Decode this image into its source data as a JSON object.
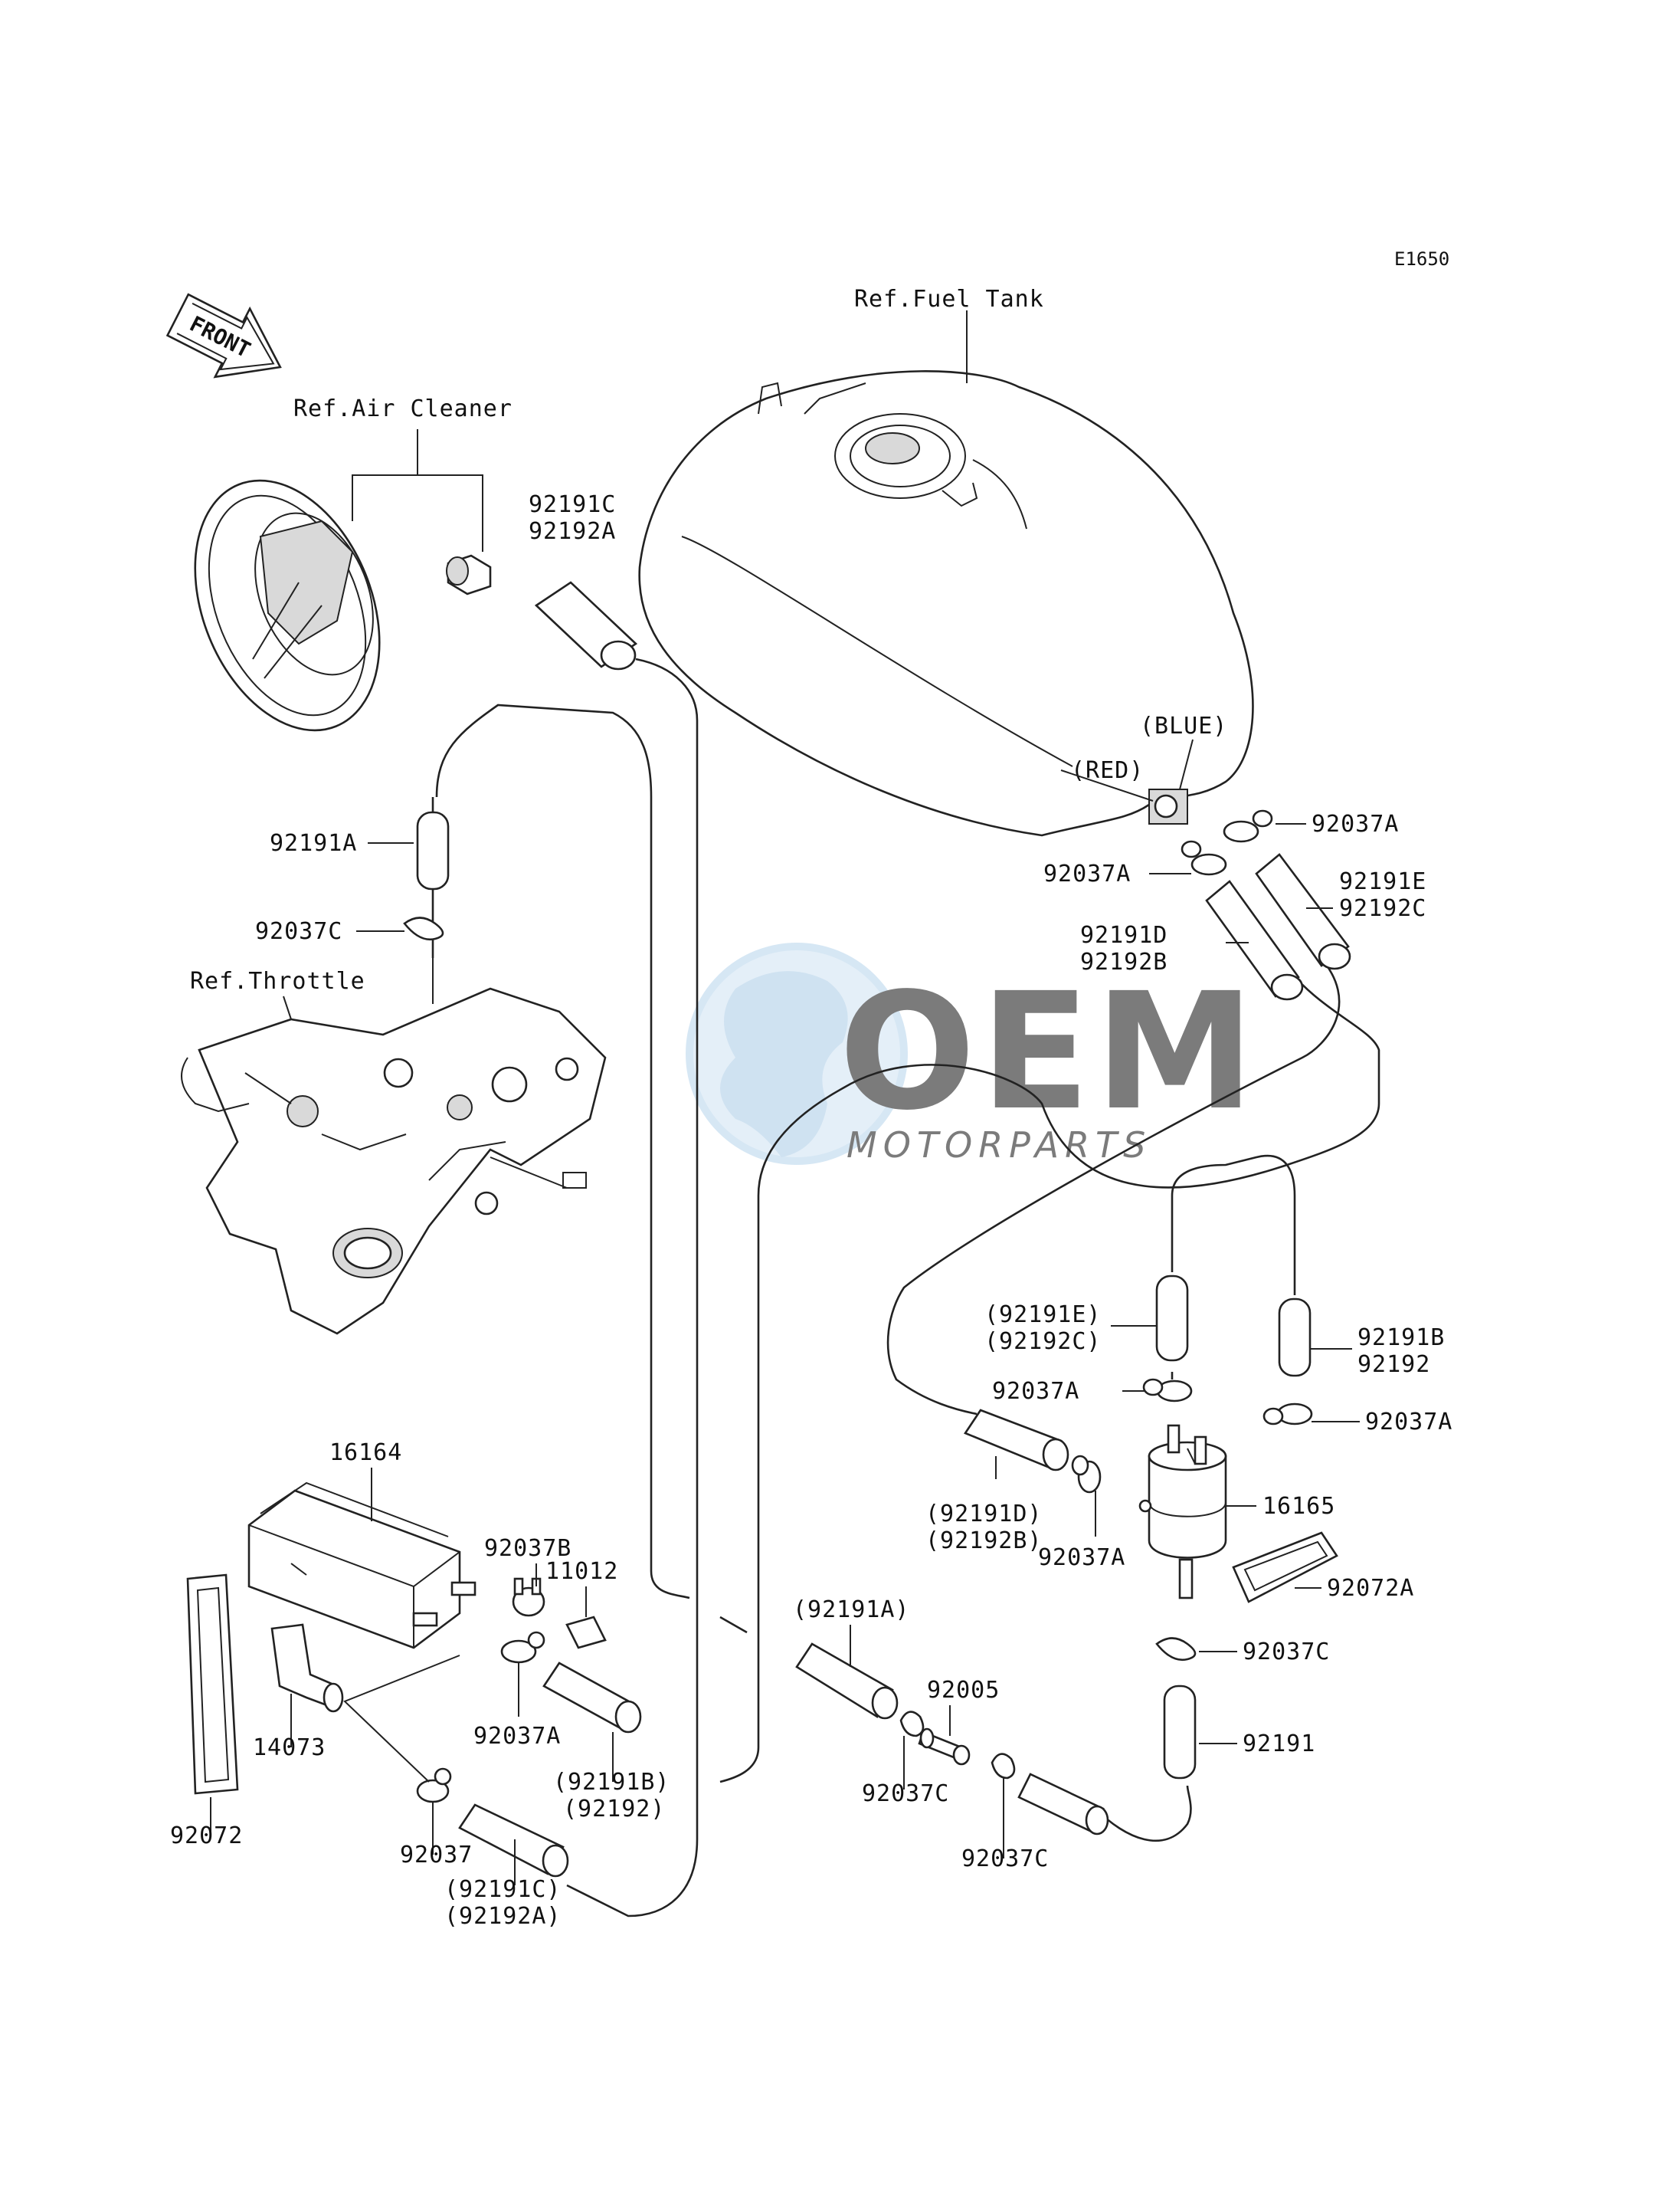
{
  "diagram_code": "E1650",
  "front_label": "FRONT",
  "refs": {
    "fuel_tank": "Ref.Fuel Tank",
    "air_cleaner": "Ref.Air Cleaner",
    "throttle": "Ref.Throttle"
  },
  "hose_colors": {
    "blue": "(BLUE)",
    "red": "(RED)"
  },
  "part_labels": {
    "p92191C_top": "92191C",
    "p92192A_top": "92192A",
    "p92191A": "92191A",
    "p92037C_a": "92037C",
    "p92037A_tank": "92037A",
    "p92037A_tank2": "92037A",
    "p92191E": "92191E",
    "p92192C": "92192C",
    "p92191D": "92191D",
    "p92192B": "92192B",
    "p92191E_paren": "(92191E)",
    "p92192C_paren": "(92192C)",
    "p92191B": "92191B",
    "p92192": "92192",
    "p92037A_f1": "92037A",
    "p92037A_f2": "92037A",
    "p92191D_paren": "(92191D)",
    "p92192B_paren": "(92192B)",
    "p92037A_f3": "92037A",
    "p16165": "16165",
    "p92072A": "92072A",
    "p92037C_b": "92037C",
    "p92191": "92191",
    "p16164": "16164",
    "p92037B": "92037B",
    "p11012": "11012",
    "p92191A_paren": "(92191A)",
    "p92005": "92005",
    "p14073": "14073",
    "p92037A_can": "92037A",
    "p92191B_paren": "(92191B)",
    "p92192_paren": "(92192)",
    "p92037C_c": "92037C",
    "p92037C_d": "92037C",
    "p92072": "92072",
    "p92037": "92037",
    "p92191C_paren": "(92191C)",
    "p92192A_paren": "(92192A)"
  },
  "watermark": {
    "brand": "OEM",
    "sub": "MOTORPARTS",
    "color": "#9fc6e6"
  }
}
